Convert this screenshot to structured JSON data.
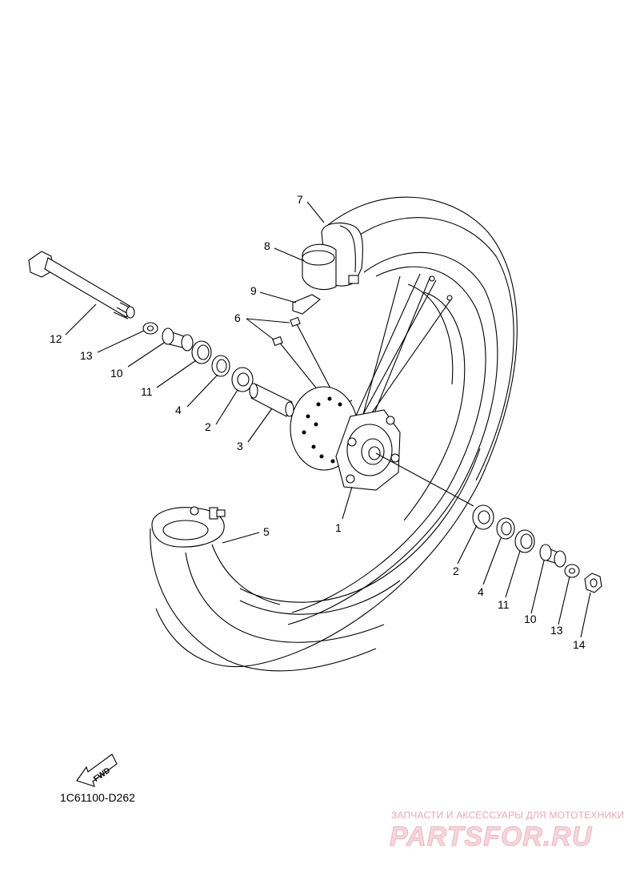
{
  "callouts": {
    "c7": "7",
    "c8": "8",
    "c9": "9",
    "c6": "6",
    "c12": "12",
    "c13a": "13",
    "c10a": "10",
    "c11a": "11",
    "c4a": "4",
    "c2a": "2",
    "c3": "3",
    "c1": "1",
    "c5": "5",
    "c2b": "2",
    "c4b": "4",
    "c11b": "11",
    "c10b": "10",
    "c13b": "13",
    "c14": "14"
  },
  "fwd_label": "FWD",
  "diagram_code": "1C61100-D262",
  "watermark": {
    "tagline": "ЗАПЧАСТИ И АКСЕССУАРЫ ДЛЯ МОТОТЕХНИКИ",
    "logo": "PARTSFOR.RU"
  },
  "colors": {
    "line": "#000000",
    "watermark": "#e9a9b4",
    "background": "#ffffff"
  }
}
